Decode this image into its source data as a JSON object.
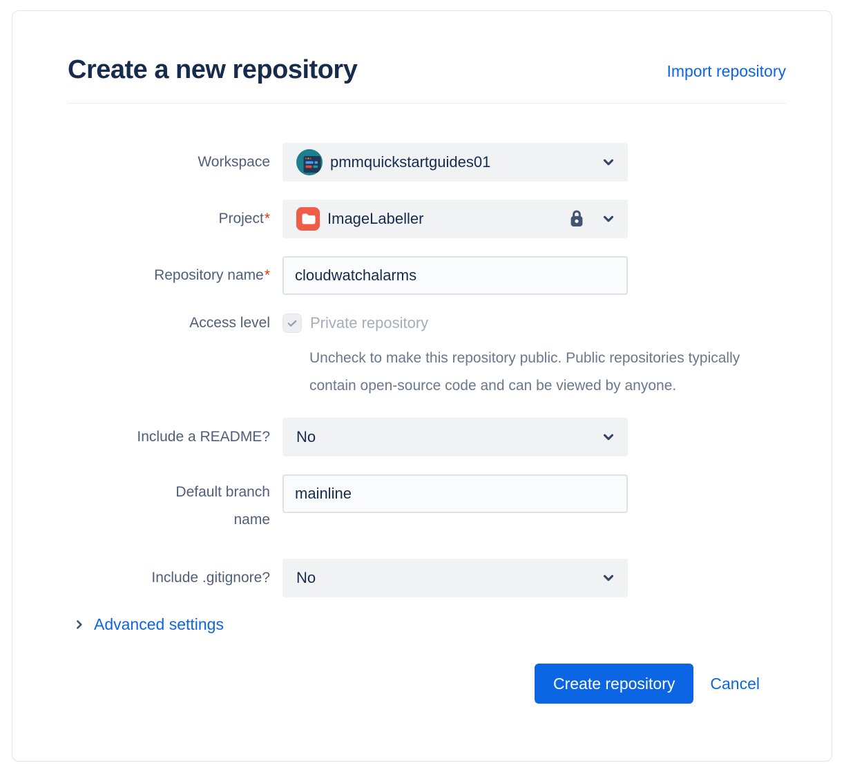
{
  "dialog": {
    "title": "Create a new repository",
    "import_link": "Import repository",
    "form": {
      "workspace": {
        "label": "Workspace",
        "value": "pmmquickstartguides01"
      },
      "project": {
        "label": "Project",
        "required_marker": "*",
        "value": "ImageLabeller"
      },
      "repository_name": {
        "label": "Repository name",
        "required_marker": "*",
        "value": "cloudwatchalarms"
      },
      "access_level": {
        "label": "Access level",
        "checkbox_label": "Private repository",
        "checked": true,
        "help_text": "Uncheck to make this repository public. Public repositories typically contain open-source code and can be viewed by anyone."
      },
      "include_readme": {
        "label": "Include a README?",
        "value": "No"
      },
      "default_branch": {
        "label": "Default branch name",
        "value": "mainline"
      },
      "include_gitignore": {
        "label": "Include .gitignore?",
        "value": "No"
      }
    },
    "advanced_settings_label": "Advanced settings",
    "buttons": {
      "create": "Create repository",
      "cancel": "Cancel"
    }
  },
  "icons": {
    "workspace_avatar": "workspace-avatar-icon",
    "project_avatar": "project-folder-icon",
    "lock": "lock-icon",
    "chevron_down": "chevron-down-icon",
    "chevron_right": "chevron-right-icon",
    "checkmark": "checkmark-icon"
  },
  "colors": {
    "accent_blue": "#0C66E4",
    "title_text": "#172B4D",
    "label_text": "#505F79",
    "field_text": "#172B4D",
    "helper_text": "#6B778C",
    "disabled_text": "#A5ADBA",
    "required_red": "#DE350B",
    "field_bg": "#F1F2F4",
    "input_border": "#DFE1E6",
    "avatar_teal": "#1D7F90",
    "project_red": "#EF5C48"
  }
}
